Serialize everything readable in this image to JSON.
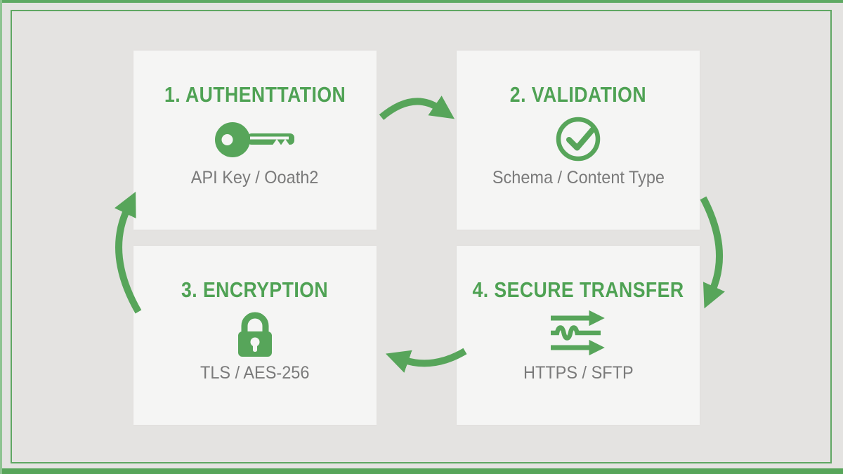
{
  "palette": {
    "green": "#57a55a",
    "heading_green": "#4fa254",
    "border_green": "#5fa763",
    "subtitle_gray": "#7a7a7a",
    "card_background": "#f5f5f4",
    "page_background": "#e4e3e1"
  },
  "steps": [
    {
      "title": "1. AUTHENTTATION",
      "subtitle": "API Key / Ooath2",
      "icon": "key-icon"
    },
    {
      "title": "2. VALIDATION",
      "subtitle": "Schema / Content Type",
      "icon": "check-circle-icon"
    },
    {
      "title": "3. ENCRYPTION",
      "subtitle": "TLS / AES-256",
      "icon": "padlock-icon"
    },
    {
      "title": "4. SECURE TRANSFER",
      "subtitle": "HTTPS / SFTP",
      "icon": "transfer-arrows-icon"
    }
  ],
  "flow_arrows": [
    "step-1-to-step-2",
    "step-2-to-step-4",
    "step-4-to-step-3",
    "step-3-to-step-1"
  ]
}
